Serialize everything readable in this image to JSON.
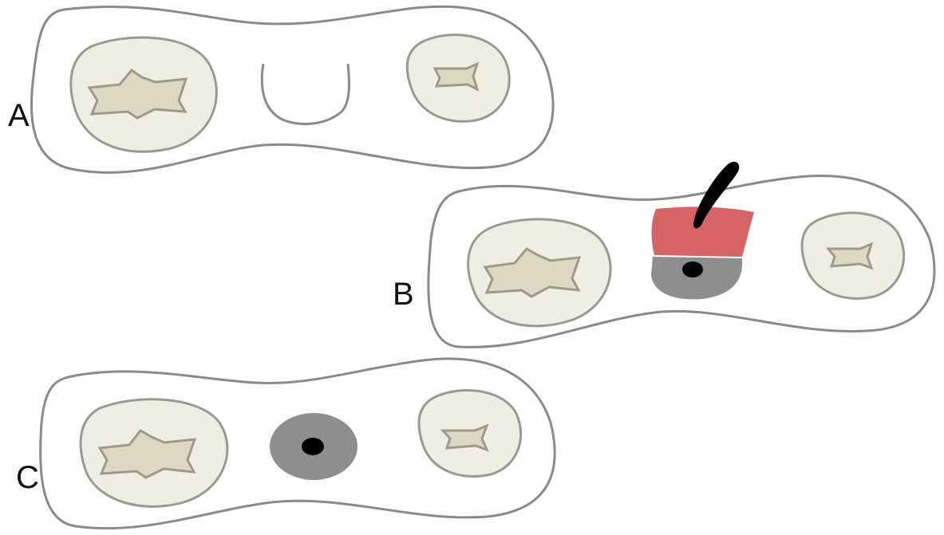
{
  "figure": {
    "panels": [
      {
        "label": "A",
        "center_state": "empty-socket"
      },
      {
        "label": "B",
        "center_state": "filled-with-blade"
      },
      {
        "label": "C",
        "center_state": "gray-ring-with-dot"
      }
    ],
    "colors": {
      "outline": "#8a8a8a",
      "root_fill": "#efeee2",
      "canal_fill": "#ddd8c2",
      "red_fill": "#d66464",
      "gray_fill": "#8e8e8e",
      "black": "#000000"
    },
    "icons": [
      "blade-icon",
      "dot-icon"
    ]
  }
}
